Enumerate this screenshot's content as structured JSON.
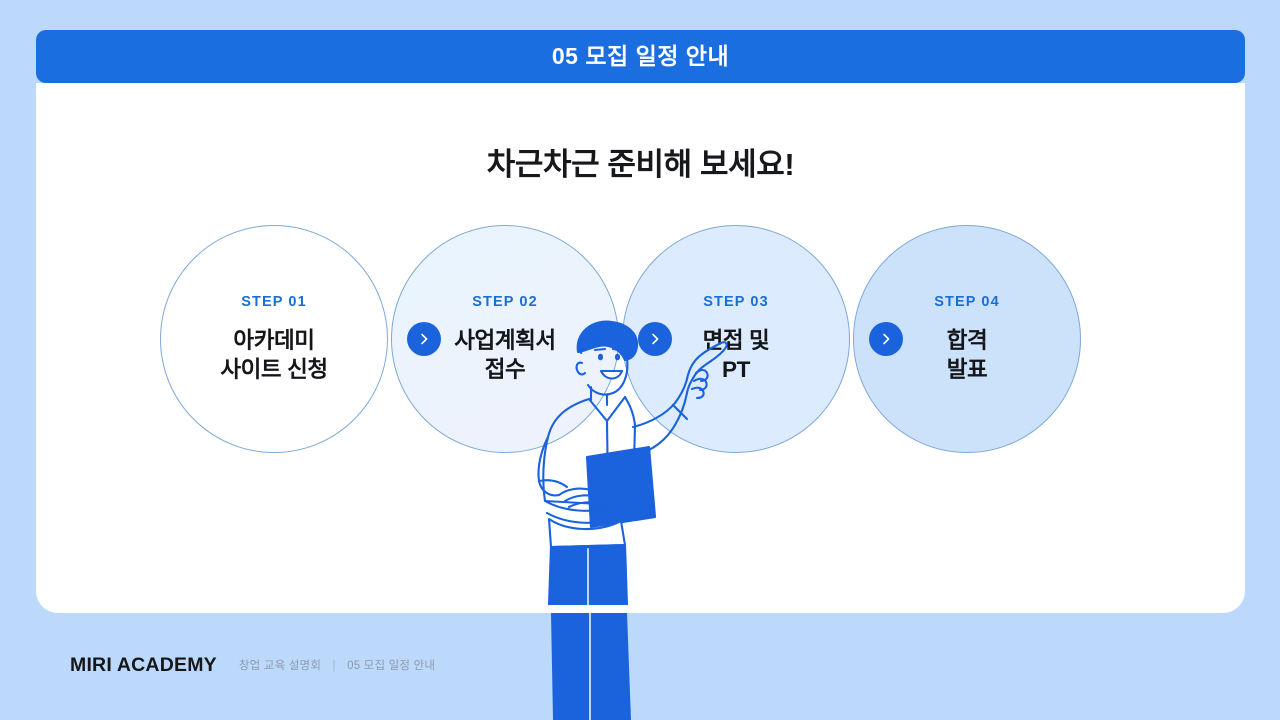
{
  "header": {
    "title": "05 모집 일정 안내"
  },
  "main": {
    "heading": "차근차근 준비해 보세요!"
  },
  "steps": [
    {
      "label": "STEP 01",
      "line1": "아카데미",
      "line2": "사이트 신청"
    },
    {
      "label": "STEP 02",
      "line1": "사업계획서",
      "line2": "접수"
    },
    {
      "label": "STEP 03",
      "line1": "면접 및",
      "line2": "PT"
    },
    {
      "label": "STEP 04",
      "line1": "합격",
      "line2": "발표"
    }
  ],
  "connectors": [
    {
      "icon": "chevron-right-icon"
    },
    {
      "icon": "chevron-right-icon"
    },
    {
      "icon": "chevron-right-icon"
    }
  ],
  "illustration": {
    "name": "pointing-presenter-illustration"
  },
  "footer": {
    "brand": "MIRI ACADEMY",
    "meta_left": "창업 교육 설명회",
    "separator": "|",
    "meta_right": "05 모집 일정 안내"
  },
  "colors": {
    "page_background": "#bcd9fc",
    "header_bar": "#1b6ee0",
    "card": "#ffffff",
    "accent": "#1b62dd",
    "step_label": "#1b6ed6",
    "circle_border": "#7ea9d8",
    "circle_1_fill": "#ffffff",
    "circle_2_fill": "#e9f4fe",
    "circle_3_fill": "#dcebfd",
    "circle_4_fill": "#cce2fa",
    "heading_text": "#17181c",
    "footer_meta": "#8d9aad",
    "illustration_line": "#1b62dd"
  }
}
